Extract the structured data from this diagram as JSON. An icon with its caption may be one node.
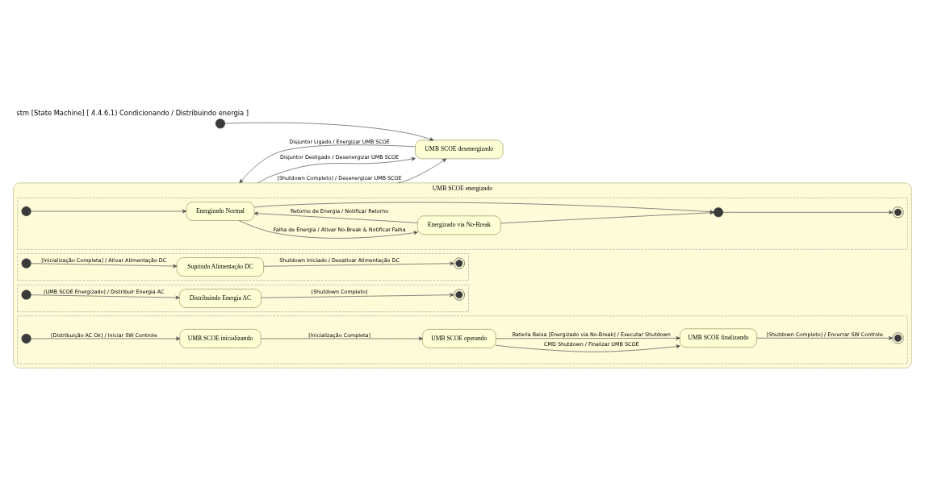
{
  "diagram": {
    "title": "stm [State Machine] [ 4.4.6.1) Condicionando / Distribuindo energia ]",
    "nodes": [
      {
        "text": [],
        "shape": "circle"
      },
      {
        "text": [
          "UMB SCOE desenergizado"
        ]
      },
      {
        "text": [
          "UMB SCOE energizado"
        ]
      },
      {
        "text": [],
        "shape": "box",
        "in": 2
      },
      {
        "text": [],
        "shape": "circle",
        "in": 3
      },
      {
        "text": [
          "Energizado Normal"
        ],
        "in": 3
      },
      {
        "text": [
          "Energizado via No-Break"
        ],
        "in": 3
      },
      {
        "text": [],
        "shape": "circle",
        "in": 3
      },
      {
        "text": [],
        "shape": "bullseye",
        "in": 3
      },
      {
        "text": [],
        "shape": "box",
        "in": 2
      },
      {
        "text": [],
        "shape": "circle",
        "in": 9
      },
      {
        "text": [
          "Distribuindo Energia AC"
        ],
        "in": 9
      },
      {
        "text": [],
        "shape": "bullseye",
        "in": 9
      },
      {
        "text": [],
        "shape": "box",
        "in": 2
      },
      {
        "text": [],
        "shape": "circle",
        "in": 13
      },
      {
        "text": [
          "UMB SCOE inicializando"
        ],
        "in": 13
      },
      {
        "text": [
          "UMB SCOE operando"
        ],
        "in": 13
      },
      {
        "text": [
          "UMB SCOE finalizando"
        ],
        "in": 13
      },
      {
        "text": [],
        "shape": "bullseye",
        "in": 13
      },
      {
        "text": [],
        "shape": "box",
        "in": 2
      },
      {
        "text": [],
        "shape": "circle",
        "in": 19
      },
      {
        "text": [
          "Suprindo Alimentação DC"
        ],
        "in": 19
      },
      {
        "text": [],
        "shape": "bullseye",
        "in": 19
      }
    ],
    "edges": [
      {
        "from": 0,
        "to": 1,
        "arrow": "to"
      },
      {
        "from": 1,
        "to": 2,
        "arrow": "to",
        "label": "Disjuntor Ligado / Energizar UMB SCOE"
      },
      {
        "from": 2,
        "to": 1,
        "arrow": "to",
        "label": "Disjuntor Desligado / Desenergizar UMB SCOE"
      },
      {
        "from": 2,
        "to": 1,
        "arrow": "to",
        "label": "[Shutdown Completo] / Desenergizar UMB SCOE"
      },
      {
        "from": 4,
        "to": 5,
        "arrow": "to"
      },
      {
        "from": 5,
        "to": 7,
        "arrow": "to"
      },
      {
        "from": 5,
        "to": 6,
        "arrow": "to",
        "label": "Falha de Energia / Ativar No-Break & Notificar Falha"
      },
      {
        "from": 6,
        "to": 5,
        "arrow": "to",
        "label": "Retorno de Energia / Notificar Retorno"
      },
      {
        "from": 6,
        "to": 7,
        "arrow": "to"
      },
      {
        "from": 7,
        "to": 8,
        "arrow": "to"
      },
      {
        "from": 10,
        "to": 11,
        "arrow": "to",
        "label": "[UMB SCOE Energizado] / Distribuir Energia AC"
      },
      {
        "from": 11,
        "to": 12,
        "arrow": "to",
        "label": "[Shutdown Completo]"
      },
      {
        "from": 14,
        "to": 15,
        "arrow": "to",
        "label": "[Distribuição AC Ok] / Iniciar SW Controle"
      },
      {
        "from": 15,
        "to": 16,
        "arrow": "to",
        "label": "[Inicialização Completa]"
      },
      {
        "from": 16,
        "to": 17,
        "arrow": "to",
        "label": "CMD Shutdown / Finalizar UMB SCOE"
      },
      {
        "from": 16,
        "to": 17,
        "arrow": "to",
        "label": "Bateria Baixa [Energizado via No-Break] / Executar Shutdown"
      },
      {
        "from": 17,
        "to": 18,
        "arrow": "to",
        "label": "[Shutdown Completo] / Encerrar SW Controle"
      },
      {
        "from": 20,
        "to": 21,
        "arrow": "to",
        "label": "[Inicialização Completa] / Ativar Alimentação DC"
      },
      {
        "from": 21,
        "to": 22,
        "arrow": "to",
        "label": "Shutdown Iniciado / Desativar Alimentação DC"
      }
    ]
  }
}
